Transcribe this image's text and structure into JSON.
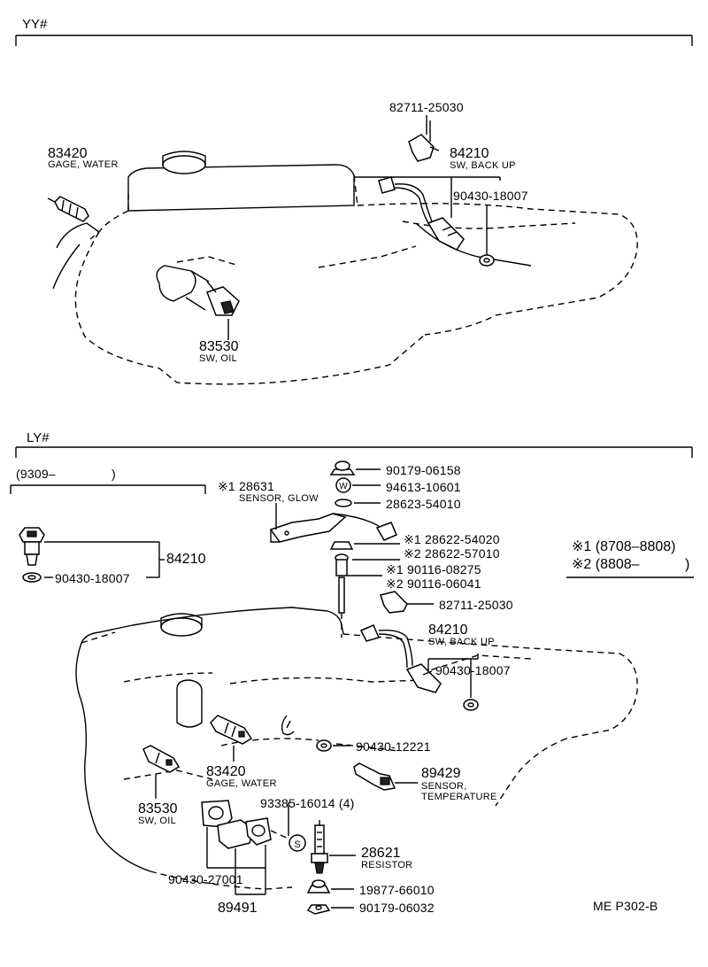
{
  "sections": {
    "yy": "YY#",
    "ly": "LY#",
    "range": "(9309–",
    "range_close": ")"
  },
  "legend": {
    "l1": "※1 (8708–8808)",
    "l2": "※2 (8808–",
    "l2_close": ")"
  },
  "yy_parts": {
    "p82711": "82711-25030",
    "p83420": "83420",
    "p83420_desc": "GAGE, WATER",
    "p84210": "84210",
    "p84210_desc": "SW, BACK UP",
    "p90430": "90430-18007",
    "p83530": "83530",
    "p83530_desc": "SW, OIL"
  },
  "ly_parts": {
    "p90179a": "90179-06158",
    "p94613": "94613-10601",
    "p28623": "28623-54010",
    "p28631": "※1 28631",
    "p28631_desc": "SENSOR, GLOW",
    "p28622a": "※1 28622-54020",
    "p28622b": "※2 28622-57010",
    "p90116a": "※1 90116-08275",
    "p90116b": "※2 90116-06041",
    "p82711": "82711-25030",
    "p84210": "84210",
    "p84210_desc": "SW, BACK UP",
    "p90430a": "90430-18007",
    "p90430b": "90430-12221",
    "p89429": "89429",
    "p89429_desc1": "SENSOR,",
    "p89429_desc2": "TEMPERATURE",
    "p83420": "83420",
    "p83420_desc": "GAGE, WATER",
    "p93385": "93385-16014 (4)",
    "p83530": "83530",
    "p83530_desc": "SW, OIL",
    "p28621": "28621",
    "p28621_desc": "RESISTOR",
    "p19877": "19877-66010",
    "p90179b": "90179-06032",
    "p90430c": "90430-27001",
    "p89491": "89491",
    "box_84210": "84210",
    "box_90430": "90430-18007",
    "s_mark": "S",
    "w_mark": "W"
  },
  "footer": {
    "ref": "ME  P302-B"
  }
}
